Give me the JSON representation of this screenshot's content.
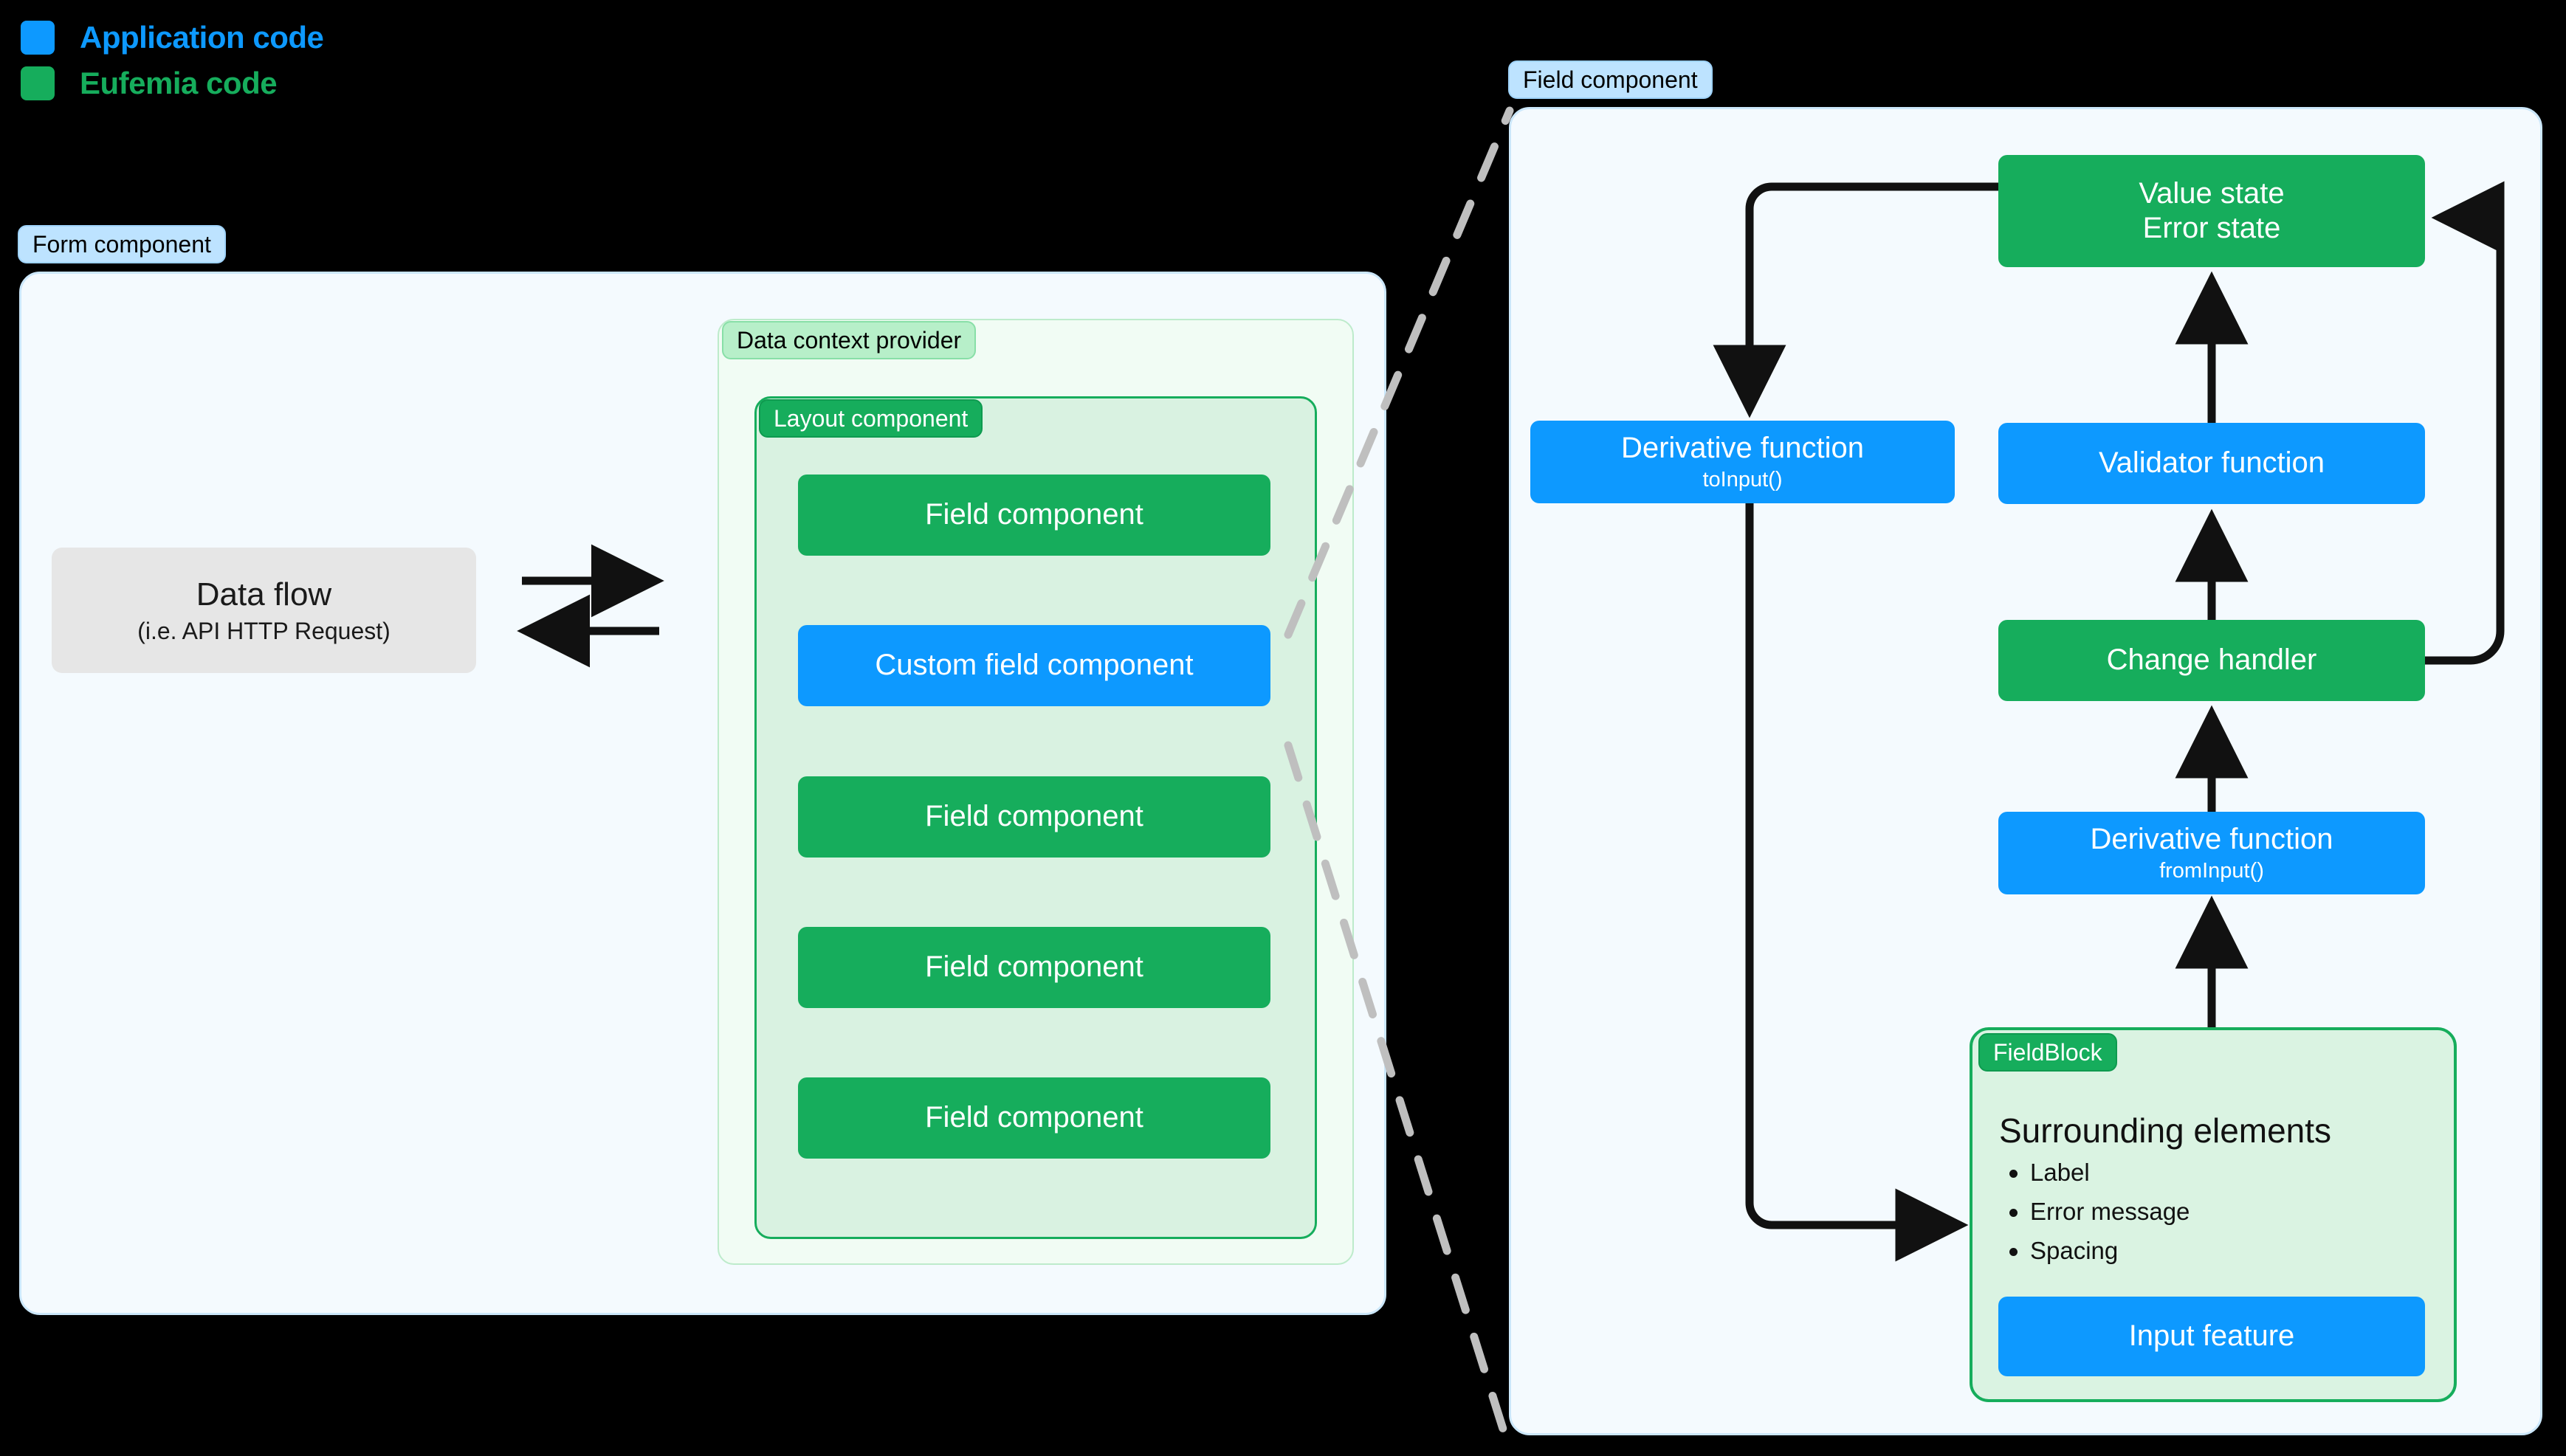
{
  "legend": {
    "items": [
      {
        "label": "Application code",
        "color": "#0D99FF",
        "swatch_name": "application-code-swatch"
      },
      {
        "label": "Eufemia code",
        "color": "#16AD5C",
        "swatch_name": "eufemia-code-swatch"
      }
    ]
  },
  "colors": {
    "application_blue": "#0D99FF",
    "eufemia_green": "#16AD5C",
    "panel_blue_bg": "#F4FAFE",
    "panel_blue_border": "#CBE7FA",
    "tag_blue_bg": "#BDE3FF",
    "green_soft_bg": "#B7EFC9",
    "dashed_gray": "#BFBFBF",
    "arrow_black": "#111111",
    "dataflow_gray": "#E6E6E6"
  },
  "form_panel": {
    "tag": "Form component",
    "data_flow": {
      "title": "Data flow",
      "subtitle": "(i.e. API HTTP Request)"
    },
    "data_context_provider": {
      "tag": "Data context provider"
    },
    "layout_component": {
      "tag": "Layout component",
      "fields": [
        {
          "label": "Field component",
          "kind": "eufemia"
        },
        {
          "label": "Custom field component",
          "kind": "application"
        },
        {
          "label": "Field component",
          "kind": "eufemia"
        },
        {
          "label": "Field component",
          "kind": "eufemia"
        },
        {
          "label": "Field component",
          "kind": "eufemia"
        }
      ]
    }
  },
  "field_panel": {
    "tag": "Field component",
    "boxes": {
      "value_state": {
        "line1": "Value state",
        "line2": "Error state",
        "kind": "eufemia"
      },
      "derivative_to_input": {
        "title": "Derivative function",
        "sub": "toInput()",
        "kind": "application"
      },
      "validator": {
        "title": "Validator function",
        "kind": "application"
      },
      "change_handler": {
        "title": "Change handler",
        "kind": "eufemia"
      },
      "derivative_from_input": {
        "title": "Derivative function",
        "sub": "fromInput()",
        "kind": "application"
      }
    },
    "field_block": {
      "tag": "FieldBlock",
      "heading": "Surrounding elements",
      "items": [
        "Label",
        "Error message",
        "Spacing"
      ],
      "input_feature": {
        "label": "Input feature",
        "kind": "application"
      }
    }
  }
}
